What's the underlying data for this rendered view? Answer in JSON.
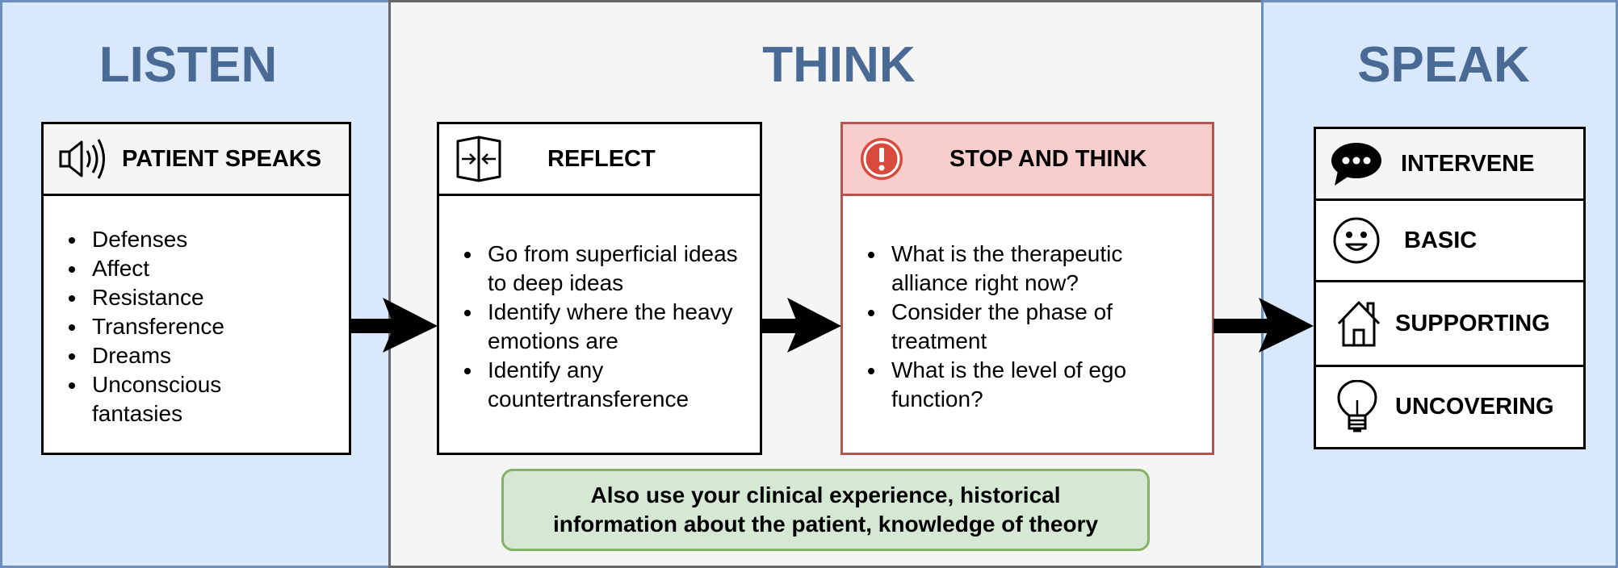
{
  "columns": {
    "listen": {
      "title": "LISTEN"
    },
    "think": {
      "title": "THINK"
    },
    "speak": {
      "title": "SPEAK"
    }
  },
  "patient_speaks": {
    "title": "PATIENT SPEAKS",
    "icon": "speaker-icon",
    "items": [
      "Defenses",
      "Affect",
      "Resistance",
      "Transference",
      "Dreams",
      "Unconscious fantasies"
    ]
  },
  "reflect": {
    "title": "REFLECT",
    "icon": "reflect-icon",
    "items": [
      "Go from superficial ideas to deep ideas",
      "Identify where the heavy emotions are",
      "Identify any countertransference"
    ]
  },
  "stop_and_think": {
    "title": "STOP AND THINK",
    "icon": "alert-icon",
    "items": [
      "What is the therapeutic alliance right now?",
      "Consider the phase of treatment",
      "What is the level of ego function?"
    ]
  },
  "note": {
    "line1": "Also use your clinical experience, historical",
    "line2": "information about the patient, knowledge of theory"
  },
  "speak_options": [
    {
      "label": "INTERVENE",
      "icon": "speech-bubble-icon"
    },
    {
      "label": "BASIC",
      "icon": "smiley-icon"
    },
    {
      "label": "SUPPORTING",
      "icon": "house-icon"
    },
    {
      "label": "UNCOVERING",
      "icon": "lightbulb-icon"
    }
  ],
  "colors": {
    "listen_speak_bg": "#dae8fc",
    "listen_speak_border": "#6c8ebf",
    "think_bg": "#f5f5f5",
    "title_text": "#4a6a96",
    "stop_header_bg": "#f8cecc",
    "stop_border": "#b85450",
    "note_bg": "#d5e8d4",
    "note_border": "#82b366"
  }
}
